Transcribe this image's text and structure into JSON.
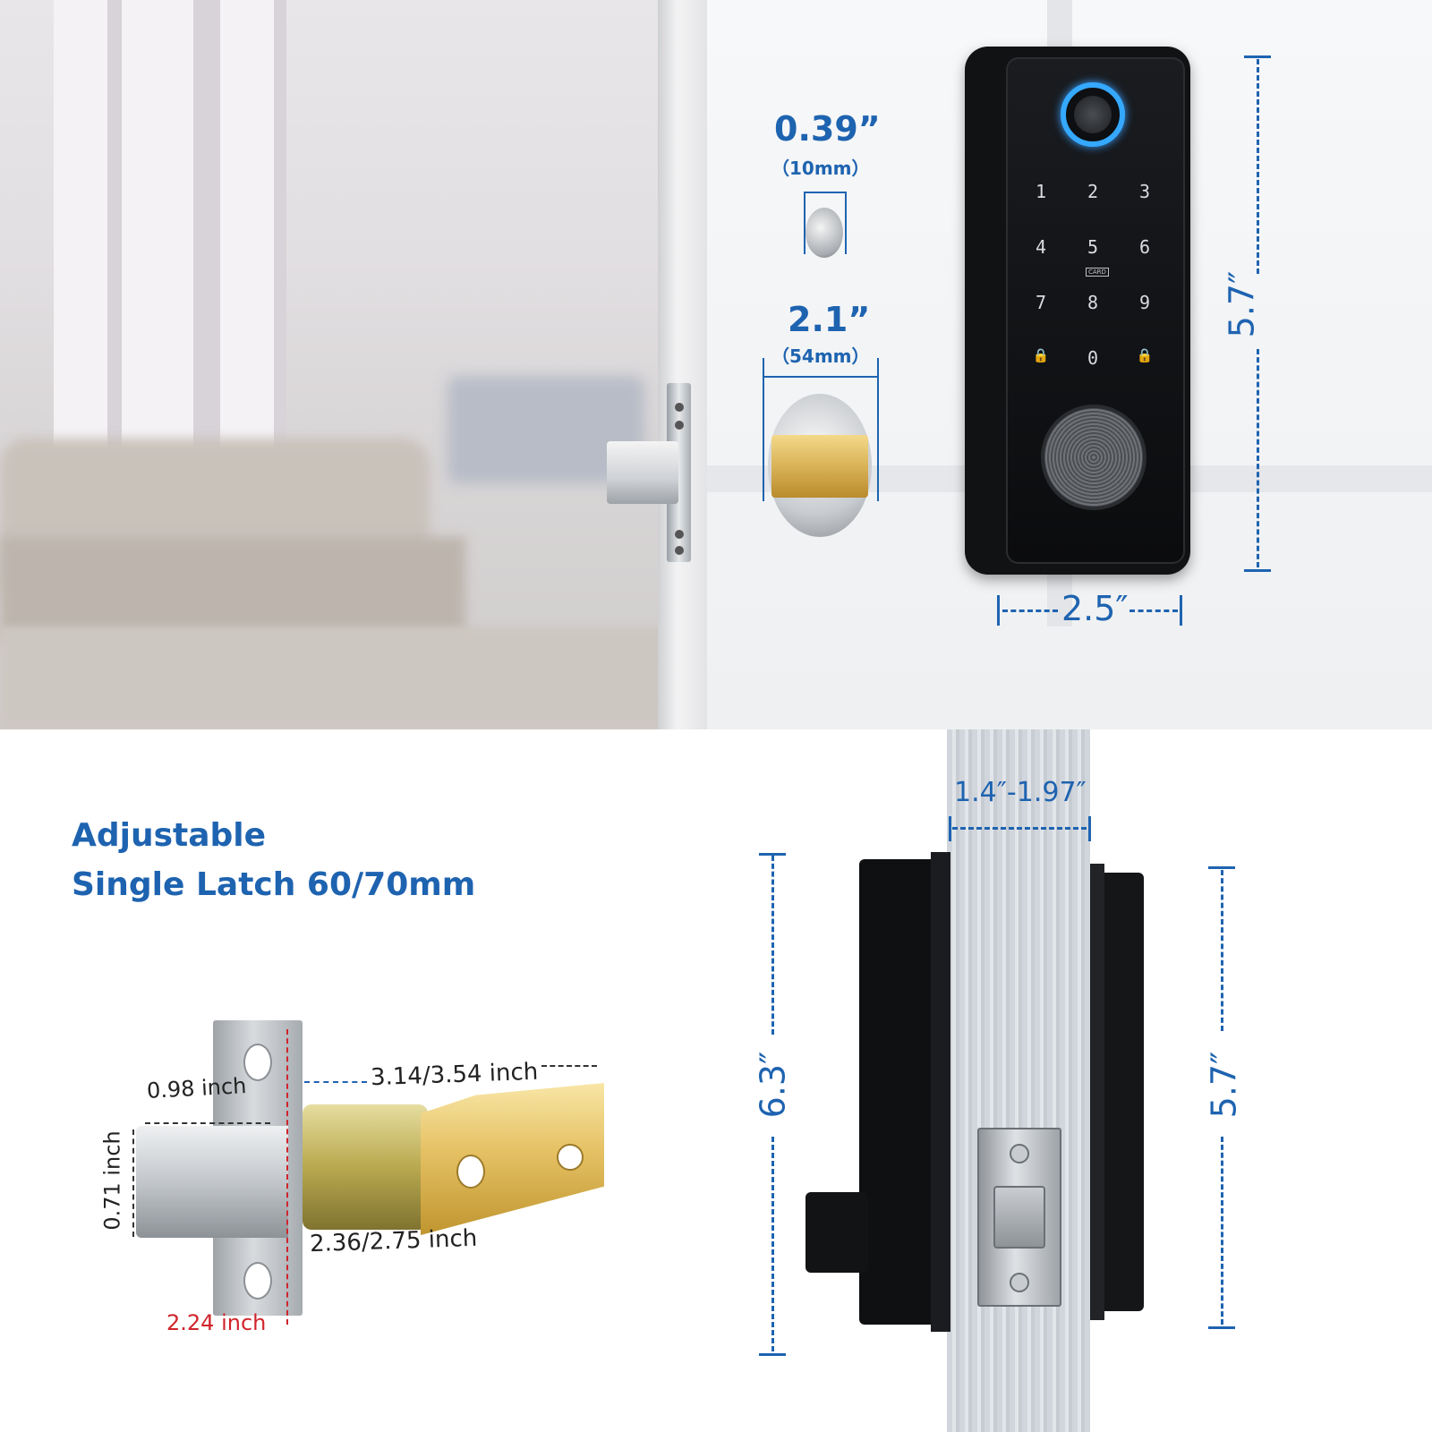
{
  "top_left": {},
  "top_right": {
    "hole_small": {
      "inch": "0.39”",
      "mm": "（10mm）"
    },
    "hole_big": {
      "inch": "2.1”",
      "mm": "（54mm）"
    },
    "height_dim": "5.7″",
    "width_dim": "2.5″",
    "keypad": [
      "1",
      "2",
      "3",
      "4",
      "5",
      "6",
      "7",
      "8",
      "9",
      "🔒",
      "0",
      "🔒"
    ],
    "card_label": "CARD"
  },
  "bottom_left": {
    "headline_line1": "Adjustable",
    "headline_line2": "Single Latch 60/70mm",
    "dims": {
      "length_a": "3.14/3.54 inch",
      "bolt_len": "0.98 inch",
      "bolt_height": "0.71 inch",
      "length_b": "2.36/2.75 inch",
      "plate_height": "2.24 inch"
    }
  },
  "bottom_right": {
    "thickness": "1.4″-1.97″",
    "outer_height": "6.3″",
    "inner_height": "5.7″"
  },
  "colors": {
    "accent": "#1e63b0",
    "red": "#d0242b"
  }
}
